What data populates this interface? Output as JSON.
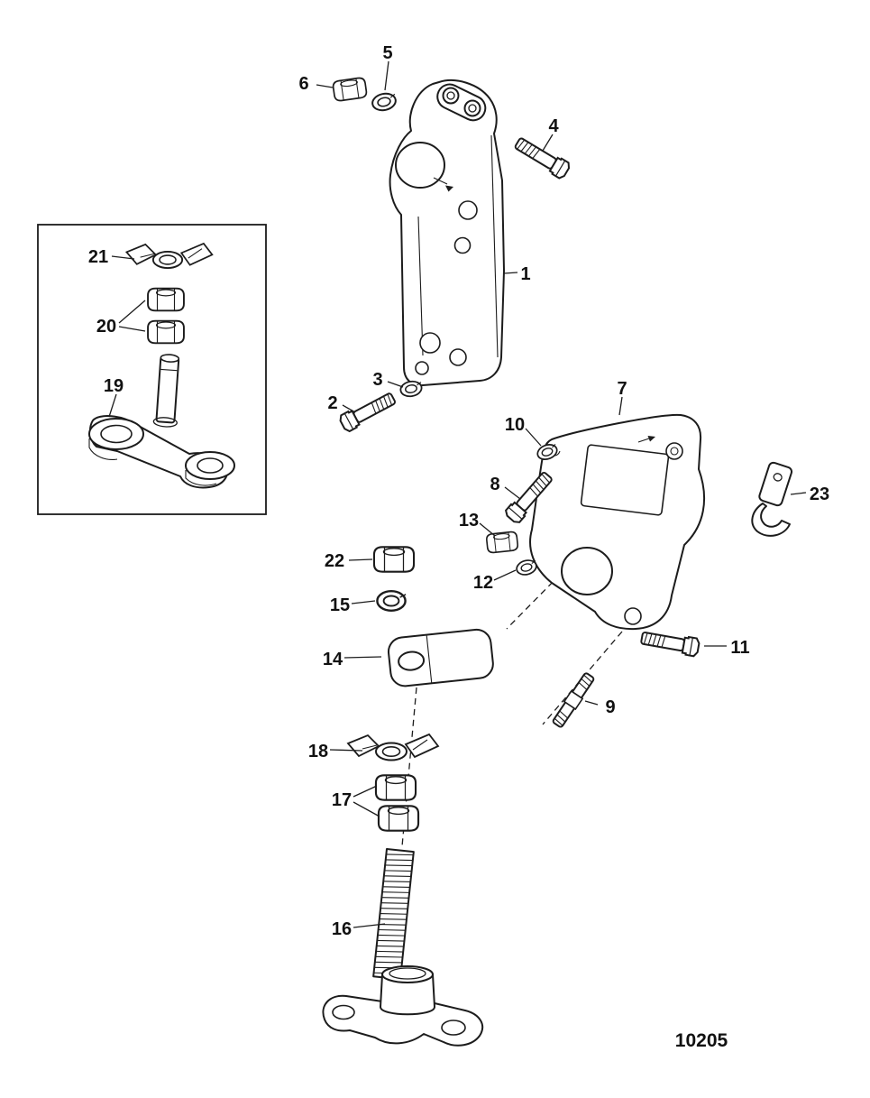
{
  "figure": {
    "code": "10205"
  },
  "callouts": [
    "1",
    "2",
    "3",
    "4",
    "5",
    "6",
    "7",
    "8",
    "9",
    "10",
    "11",
    "12",
    "13",
    "14",
    "15",
    "16",
    "17",
    "18",
    "19",
    "20",
    "21",
    "22",
    "23"
  ],
  "colors": {
    "line": "#1c1c1c",
    "background": "#ffffff"
  }
}
